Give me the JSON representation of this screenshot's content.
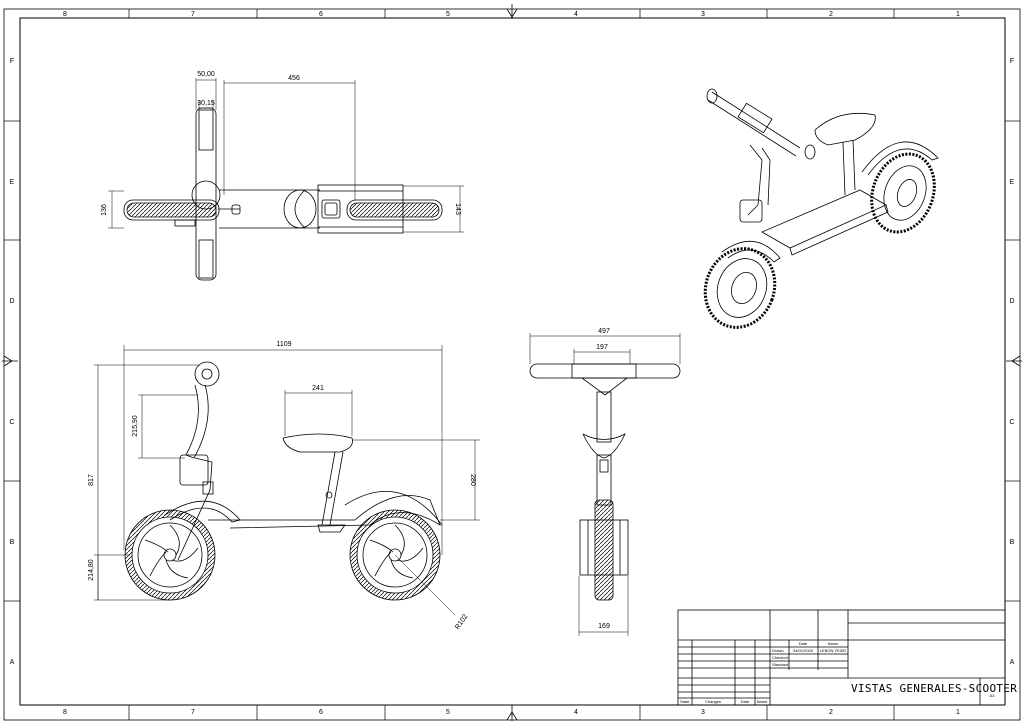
{
  "sheet": {
    "zone_columns": [
      "8",
      "7",
      "6",
      "5",
      "4",
      "3",
      "2",
      "1"
    ],
    "zone_rows": [
      "F",
      "E",
      "D",
      "C",
      "B",
      "A"
    ]
  },
  "top_view": {
    "dims": {
      "grip_width": "50,00",
      "grip_inner": "30,15",
      "front_offset": "456",
      "front_width": "136",
      "rear_width": "143"
    }
  },
  "side_view": {
    "dims": {
      "overall_length": "1109",
      "seat_length": "241",
      "overall_height": "817",
      "handle_height": "215,90",
      "seat_height": "280",
      "wheel_height": "214,80",
      "wheel_radius": "R102"
    }
  },
  "front_view": {
    "dims": {
      "handlebar_width": "497",
      "inner_width": "197",
      "base_width": "169"
    }
  },
  "title_block": {
    "col_date": "Date",
    "col_name": "Name",
    "row_drawn": "Drawn",
    "row_checked": "Checked",
    "row_standard": "Standard",
    "drawn_date": "04/01/2020",
    "drawn_name": "LEBON YEZID",
    "bottom_state": "State",
    "bottom_changes": "Changes",
    "bottom_date": "Date",
    "bottom_name": "Name",
    "title": "VISTAS GENERALES-SCOOTER",
    "sheet_no": "A3"
  },
  "colors": {
    "line": "#000000",
    "paper": "#ffffff"
  }
}
